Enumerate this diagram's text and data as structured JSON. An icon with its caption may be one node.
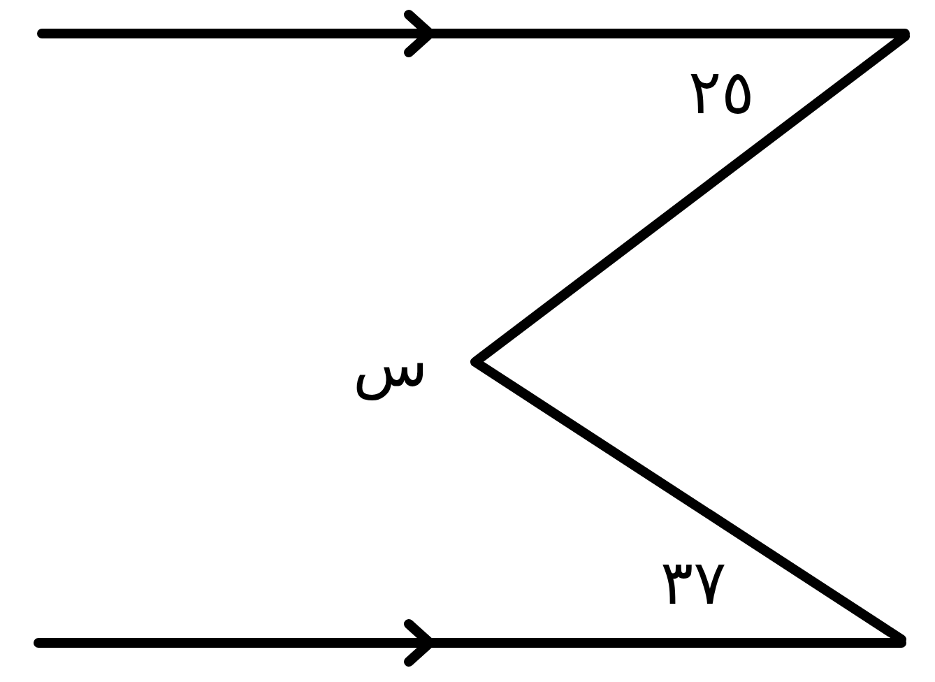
{
  "diagram": {
    "labels": [
      "٢٥",
      "س",
      "٣٧"
    ]
  }
}
